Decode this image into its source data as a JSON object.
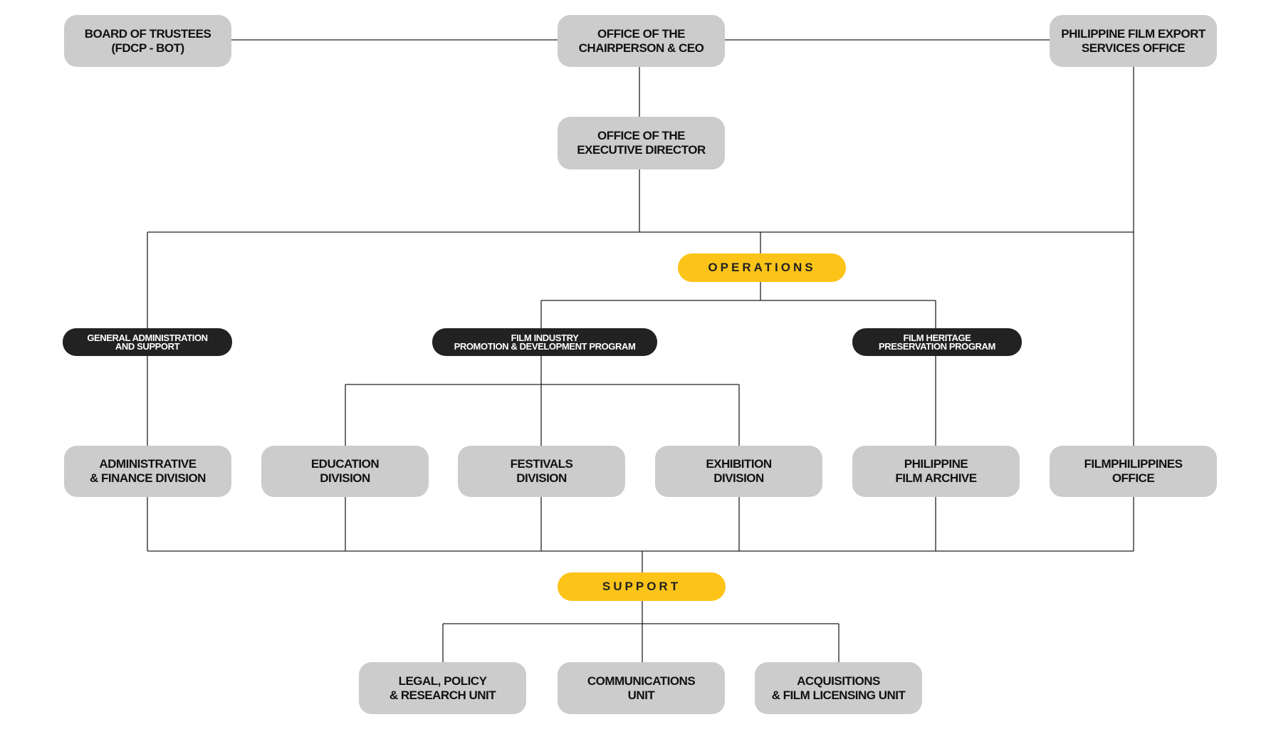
{
  "colors": {
    "node_fill": "#cccccc",
    "program_fill": "#222222",
    "group_fill": "#fcc419",
    "line": "#222222"
  },
  "nodes": {
    "board": {
      "line1": "BOARD OF TRUSTEES",
      "line2": "(FDCP - BOT)"
    },
    "chair": {
      "line1": "OFFICE OF THE",
      "line2": "CHAIRPERSON & CEO"
    },
    "export": {
      "line1": "PHILIPPINE FILM EXPORT",
      "line2": "SERVICES OFFICE"
    },
    "exec": {
      "line1": "OFFICE OF THE",
      "line2": "EXECUTIVE DIRECTOR"
    },
    "admin_div": {
      "line1": "ADMINISTRATIVE",
      "line2": "& FINANCE DIVISION"
    },
    "education": {
      "line1": "EDUCATION",
      "line2": "DIVISION"
    },
    "festivals": {
      "line1": "FESTIVALS",
      "line2": "DIVISION"
    },
    "exhibition": {
      "line1": "EXHIBITION",
      "line2": "DIVISION"
    },
    "archive": {
      "line1": "PHILIPPINE",
      "line2": "FILM ARCHIVE"
    },
    "filmph": {
      "line1": "FILMPHILIPPINES",
      "line2": "OFFICE"
    },
    "legal": {
      "line1": "LEGAL, POLICY",
      "line2": "& RESEARCH UNIT"
    },
    "comms": {
      "line1": "COMMUNICATIONS",
      "line2": "UNIT"
    },
    "acq": {
      "line1": "ACQUISITIONS",
      "line2": "& FILM LICENSING UNIT"
    }
  },
  "programs": {
    "gas": {
      "line1": "GENERAL ADMINISTRATION",
      "line2": "AND SUPPORT"
    },
    "fipdp": {
      "line1": "FILM INDUSTRY",
      "line2": "PROMOTION & DEVELOPMENT PROGRAM"
    },
    "fhpp": {
      "line1": "FILM HERITAGE",
      "line2": "PRESERVATION PROGRAM"
    }
  },
  "groups": {
    "operations": "OPERATIONS",
    "support": "SUPPORT"
  }
}
